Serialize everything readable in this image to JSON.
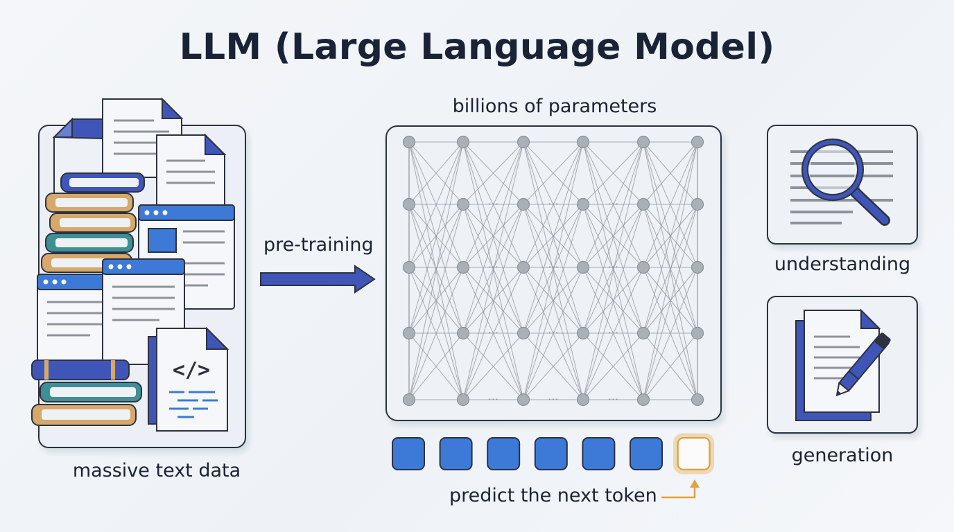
{
  "title": "LLM (Large Language Model)",
  "labels": {
    "parameters": "billions of parameters",
    "pretraining": "pre-training",
    "data": "massive text data",
    "next_token": "predict the next token",
    "understanding": "understanding",
    "generation": "generation"
  },
  "icons": {
    "arrow": "arrow-right-icon",
    "magnifier": "magnifying-glass-icon",
    "pen": "pen-icon",
    "code": "code-brackets-icon"
  },
  "code_glyph": "</>",
  "network_ellipsis": "···",
  "colors": {
    "accent_blue": "#3d7ad8",
    "deep_blue": "#3f56b8",
    "tan": "#d6a86a",
    "teal": "#3f8f95",
    "highlight": "#e2a23c",
    "node": "#aab0b8",
    "edge": "#8d939b",
    "card_border": "#2c3240"
  },
  "tokens": {
    "filled_count": 6,
    "next_count": 1
  }
}
